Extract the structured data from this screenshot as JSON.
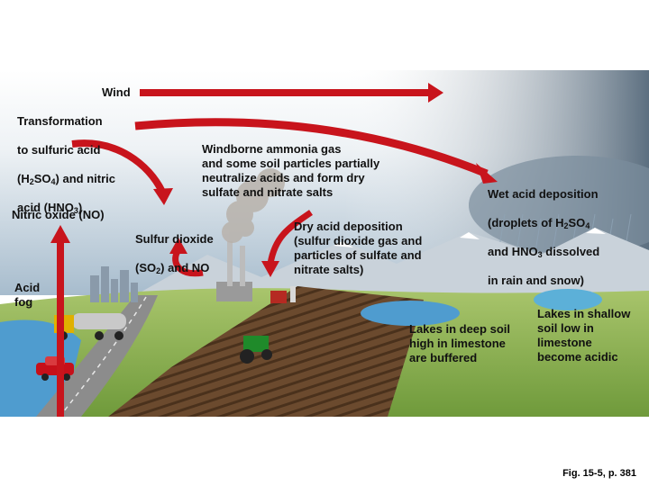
{
  "labels": {
    "wind": "Wind",
    "transformation_line1": "Transformation",
    "transformation_line2": "to sulfuric acid",
    "transformation_line3_pre": "(H",
    "transformation_line3_sub1": "2",
    "transformation_line3_mid": "SO",
    "transformation_line3_sub2": "4",
    "transformation_line3_post": ") and nitric",
    "transformation_line4_pre": "acid (HNO",
    "transformation_line4_sub": "3",
    "transformation_line4_post": ")",
    "nitric_oxide": "Nitric oxide (NO)",
    "acid_fog": "Acid\nfog",
    "windborne": "Windborne ammonia gas\nand some soil particles partially\nneutralize acids and form dry\nsulfate and nitrate salts",
    "sulfur_dioxide_line1": "Sulfur dioxide",
    "sulfur_dioxide_line2_pre": "(SO",
    "sulfur_dioxide_line2_sub": "2",
    "sulfur_dioxide_line2_post": ") and NO",
    "dry_acid": "Dry acid deposition\n(sulfur dioxide gas and\nparticles of sulfate and\nnitrate salts)",
    "wet_acid_line1": "Wet acid deposition",
    "wet_acid_line2_pre": "(droplets of H",
    "wet_acid_line2_sub1": "2",
    "wet_acid_line2_mid": "SO",
    "wet_acid_line2_sub2": "4",
    "wet_acid_line3_pre": "and HNO",
    "wet_acid_line3_sub": "3",
    "wet_acid_line3_post": " dissolved",
    "wet_acid_line4": "in rain and snow)",
    "lakes_deep": "Lakes in deep soil\nhigh in limestone\nare buffered",
    "lakes_shallow": "Lakes in shallow\nsoil low in\nlimestone\nbecome acidic"
  },
  "caption": "Fig. 15-5, p. 381",
  "colors": {
    "arrow": "#c8141c",
    "sky_top": "#7d9bb5",
    "grass": "#8fb35a",
    "soil": "#6b4a2e",
    "water": "#4f9ccf"
  }
}
